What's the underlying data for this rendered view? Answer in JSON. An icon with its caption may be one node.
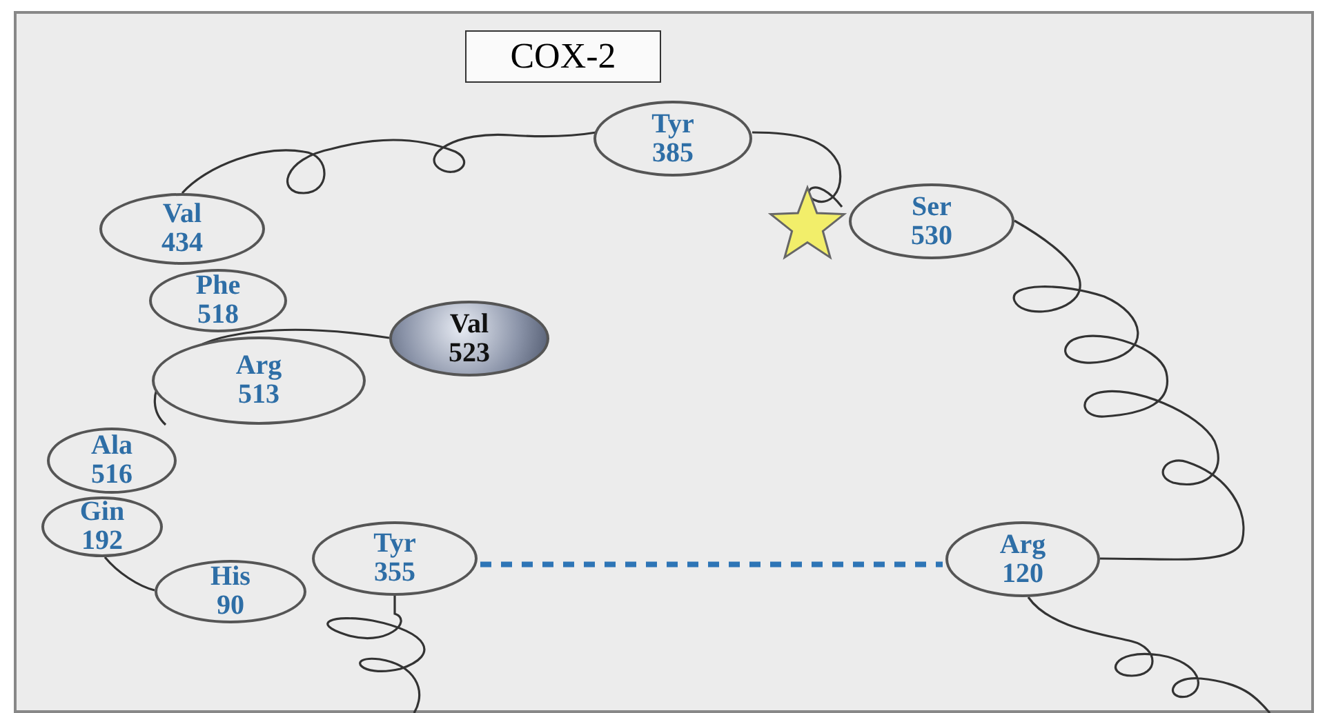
{
  "diagram": {
    "nodes": [
      {
        "text": [
          "COX-2"
        ]
      },
      {
        "text": [
          "Tyr 385"
        ]
      },
      {
        "text": [],
        "shape": "star"
      },
      {
        "text": [
          "Ser 530"
        ]
      },
      {
        "text": [
          "Val 434"
        ]
      },
      {
        "text": [
          "Phe 518"
        ]
      },
      {
        "text": [
          "Val 523"
        ]
      },
      {
        "text": [
          "Arg 513"
        ]
      },
      {
        "text": [
          "Ala 516"
        ]
      },
      {
        "text": [
          "Gin 192"
        ]
      },
      {
        "text": [
          "His 90"
        ]
      },
      {
        "text": [
          "Tyr 355"
        ]
      },
      {
        "text": [
          "Arg 120"
        ]
      }
    ],
    "edges": [
      {
        "from": 11,
        "to": 12,
        "arrow": "none",
        "style": "dashed"
      }
    ]
  }
}
